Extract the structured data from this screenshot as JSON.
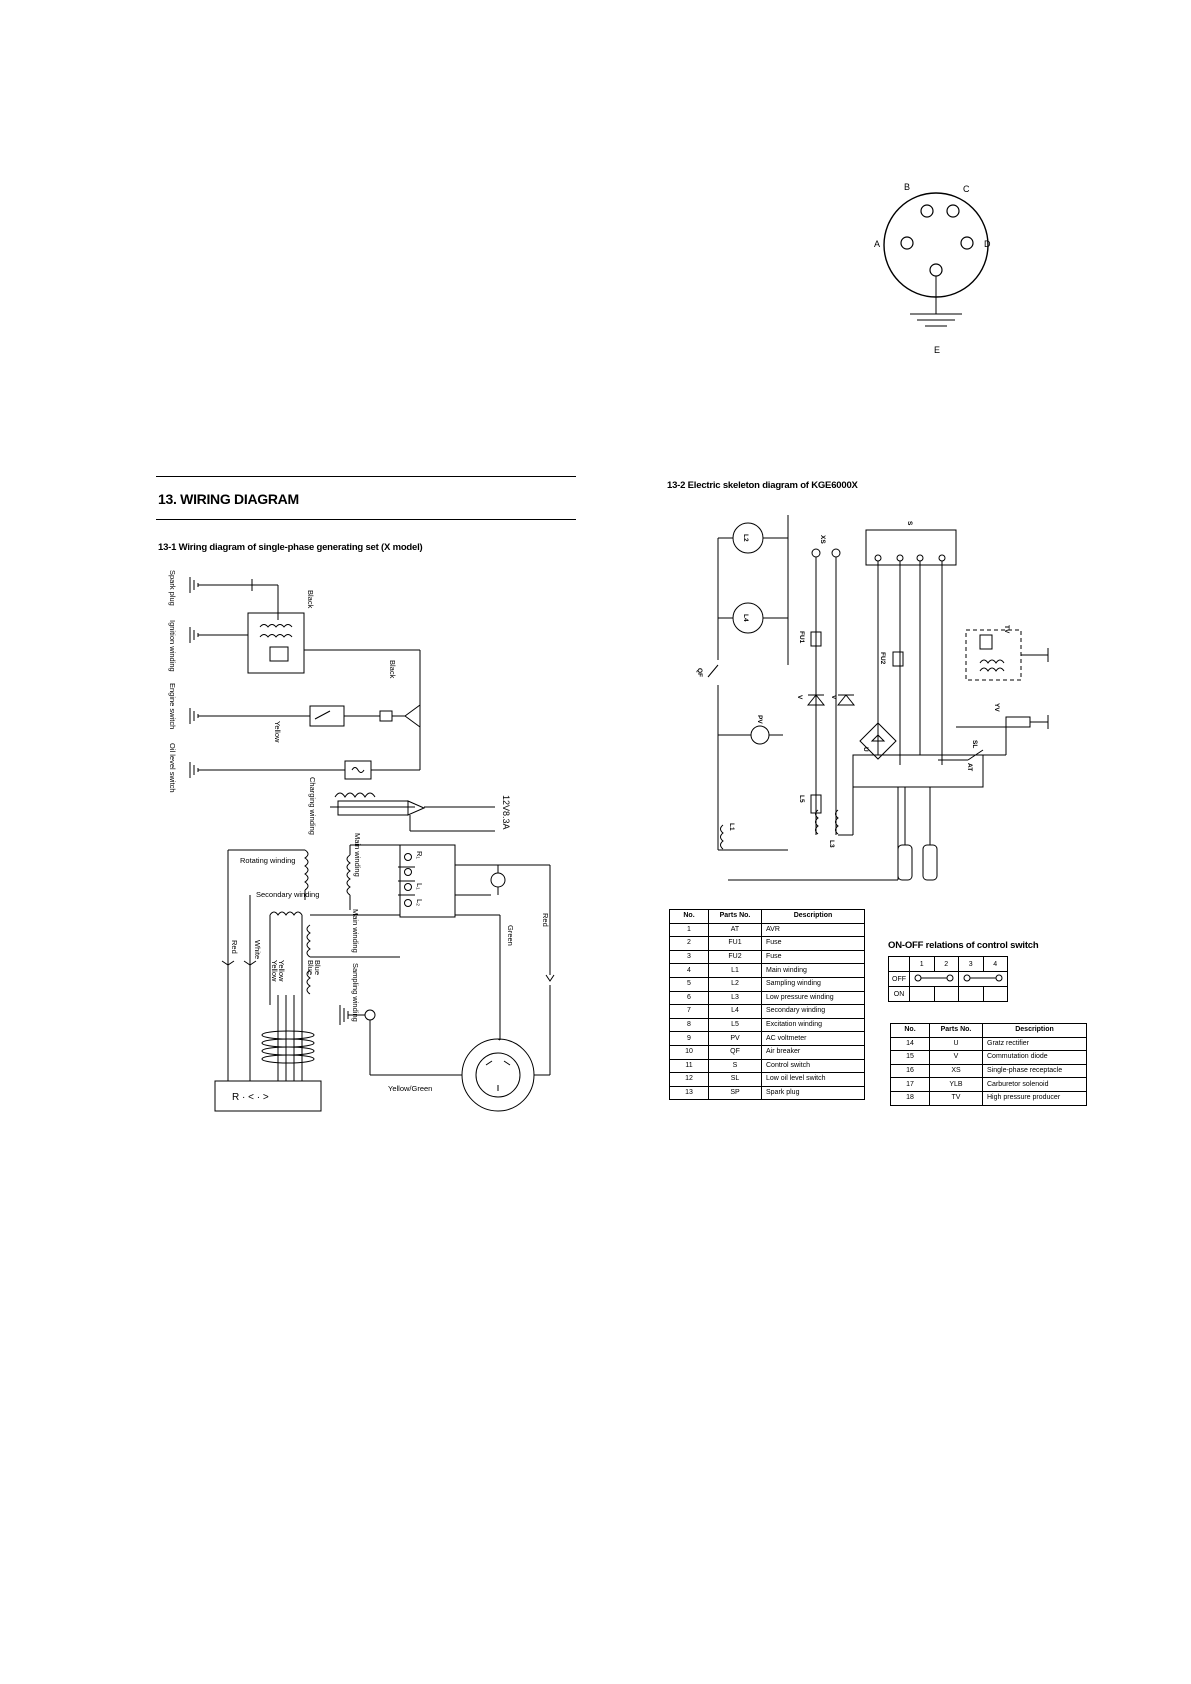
{
  "section_title": "13. WIRING DIAGRAM",
  "sub1_title": "13-1  Wiring diagram of single-phase generating set (X model)",
  "sub2_title": "13-2  Electric skeleton diagram of KGE6000X",
  "switch_title": "ON-OFF relations of control switch",
  "connector": {
    "pins": [
      "B",
      "C",
      "A",
      "D",
      "E"
    ]
  },
  "diagram1_labels": {
    "spark_plug": "Spark plug",
    "ignition_winding": "Ignition winding",
    "engine_switch": "Engine switch",
    "oil_level_switch": "Oil level switch",
    "black1": "Black",
    "black2": "Black",
    "yellow": "Yellow",
    "charging_winding": "Charging winding",
    "dc_out": "12V8.3A",
    "rotating_winding": "Rotating winding",
    "main_winding1": "Main winding",
    "secondary_winding": "Secondary winding",
    "main_winding2": "Main winding",
    "sampling_winding": "Sampling winding",
    "red_left": "Red",
    "white": "White",
    "yellow_w1": "Yellow",
    "yellow_w2": "Yellow",
    "blue1": "Blue",
    "blue2": "Blue",
    "red_right": "Red",
    "green": "Green",
    "yellow_green": "Yellow/Green",
    "avr": "R · < · >",
    "term_r1": "R₁",
    "term_l1": "L₁",
    "term_l2": "L₂"
  },
  "diagram2_labels": {
    "l2": "L2",
    "l4": "L4",
    "xs": "XS",
    "s": "S",
    "fu1": "FU1",
    "fu2": "FU2",
    "v1": "V",
    "v2": "V",
    "u": "U",
    "qf": "QF",
    "pv": "PV",
    "l5": "L5",
    "l3": "L3",
    "l1": "L1",
    "yv": "YV",
    "sl": "SL",
    "at": "AT",
    "tv": "TV"
  },
  "switch_table": {
    "headers": [
      "",
      "1",
      "2",
      "3",
      "4"
    ],
    "rows": [
      "OFF",
      "ON"
    ]
  },
  "parts_left": {
    "headers": [
      "No.",
      "Parts No.",
      "Description"
    ],
    "rows": [
      [
        "1",
        "AT",
        "AVR"
      ],
      [
        "2",
        "FU1",
        "Fuse"
      ],
      [
        "3",
        "FU2",
        "Fuse"
      ],
      [
        "4",
        "L1",
        "Main winding"
      ],
      [
        "5",
        "L2",
        "Sampling winding"
      ],
      [
        "6",
        "L3",
        "Low pressure winding"
      ],
      [
        "7",
        "L4",
        "Secondary winding"
      ],
      [
        "8",
        "L5",
        "Excitation winding"
      ],
      [
        "9",
        "PV",
        "AC voltmeter"
      ],
      [
        "10",
        "QF",
        "Air breaker"
      ],
      [
        "11",
        "S",
        "Control switch"
      ],
      [
        "12",
        "SL",
        "Low oil level switch"
      ],
      [
        "13",
        "SP",
        "Spark plug"
      ]
    ]
  },
  "parts_right": {
    "headers": [
      "No.",
      "Parts No.",
      "Description"
    ],
    "rows": [
      [
        "14",
        "U",
        "Gratz rectifier"
      ],
      [
        "15",
        "V",
        "Commutation diode"
      ],
      [
        "16",
        "XS",
        "Single-phase receptacle"
      ],
      [
        "17",
        "YLB",
        "Carburetor solenoid"
      ],
      [
        "18",
        "TV",
        "High pressure producer"
      ]
    ]
  }
}
